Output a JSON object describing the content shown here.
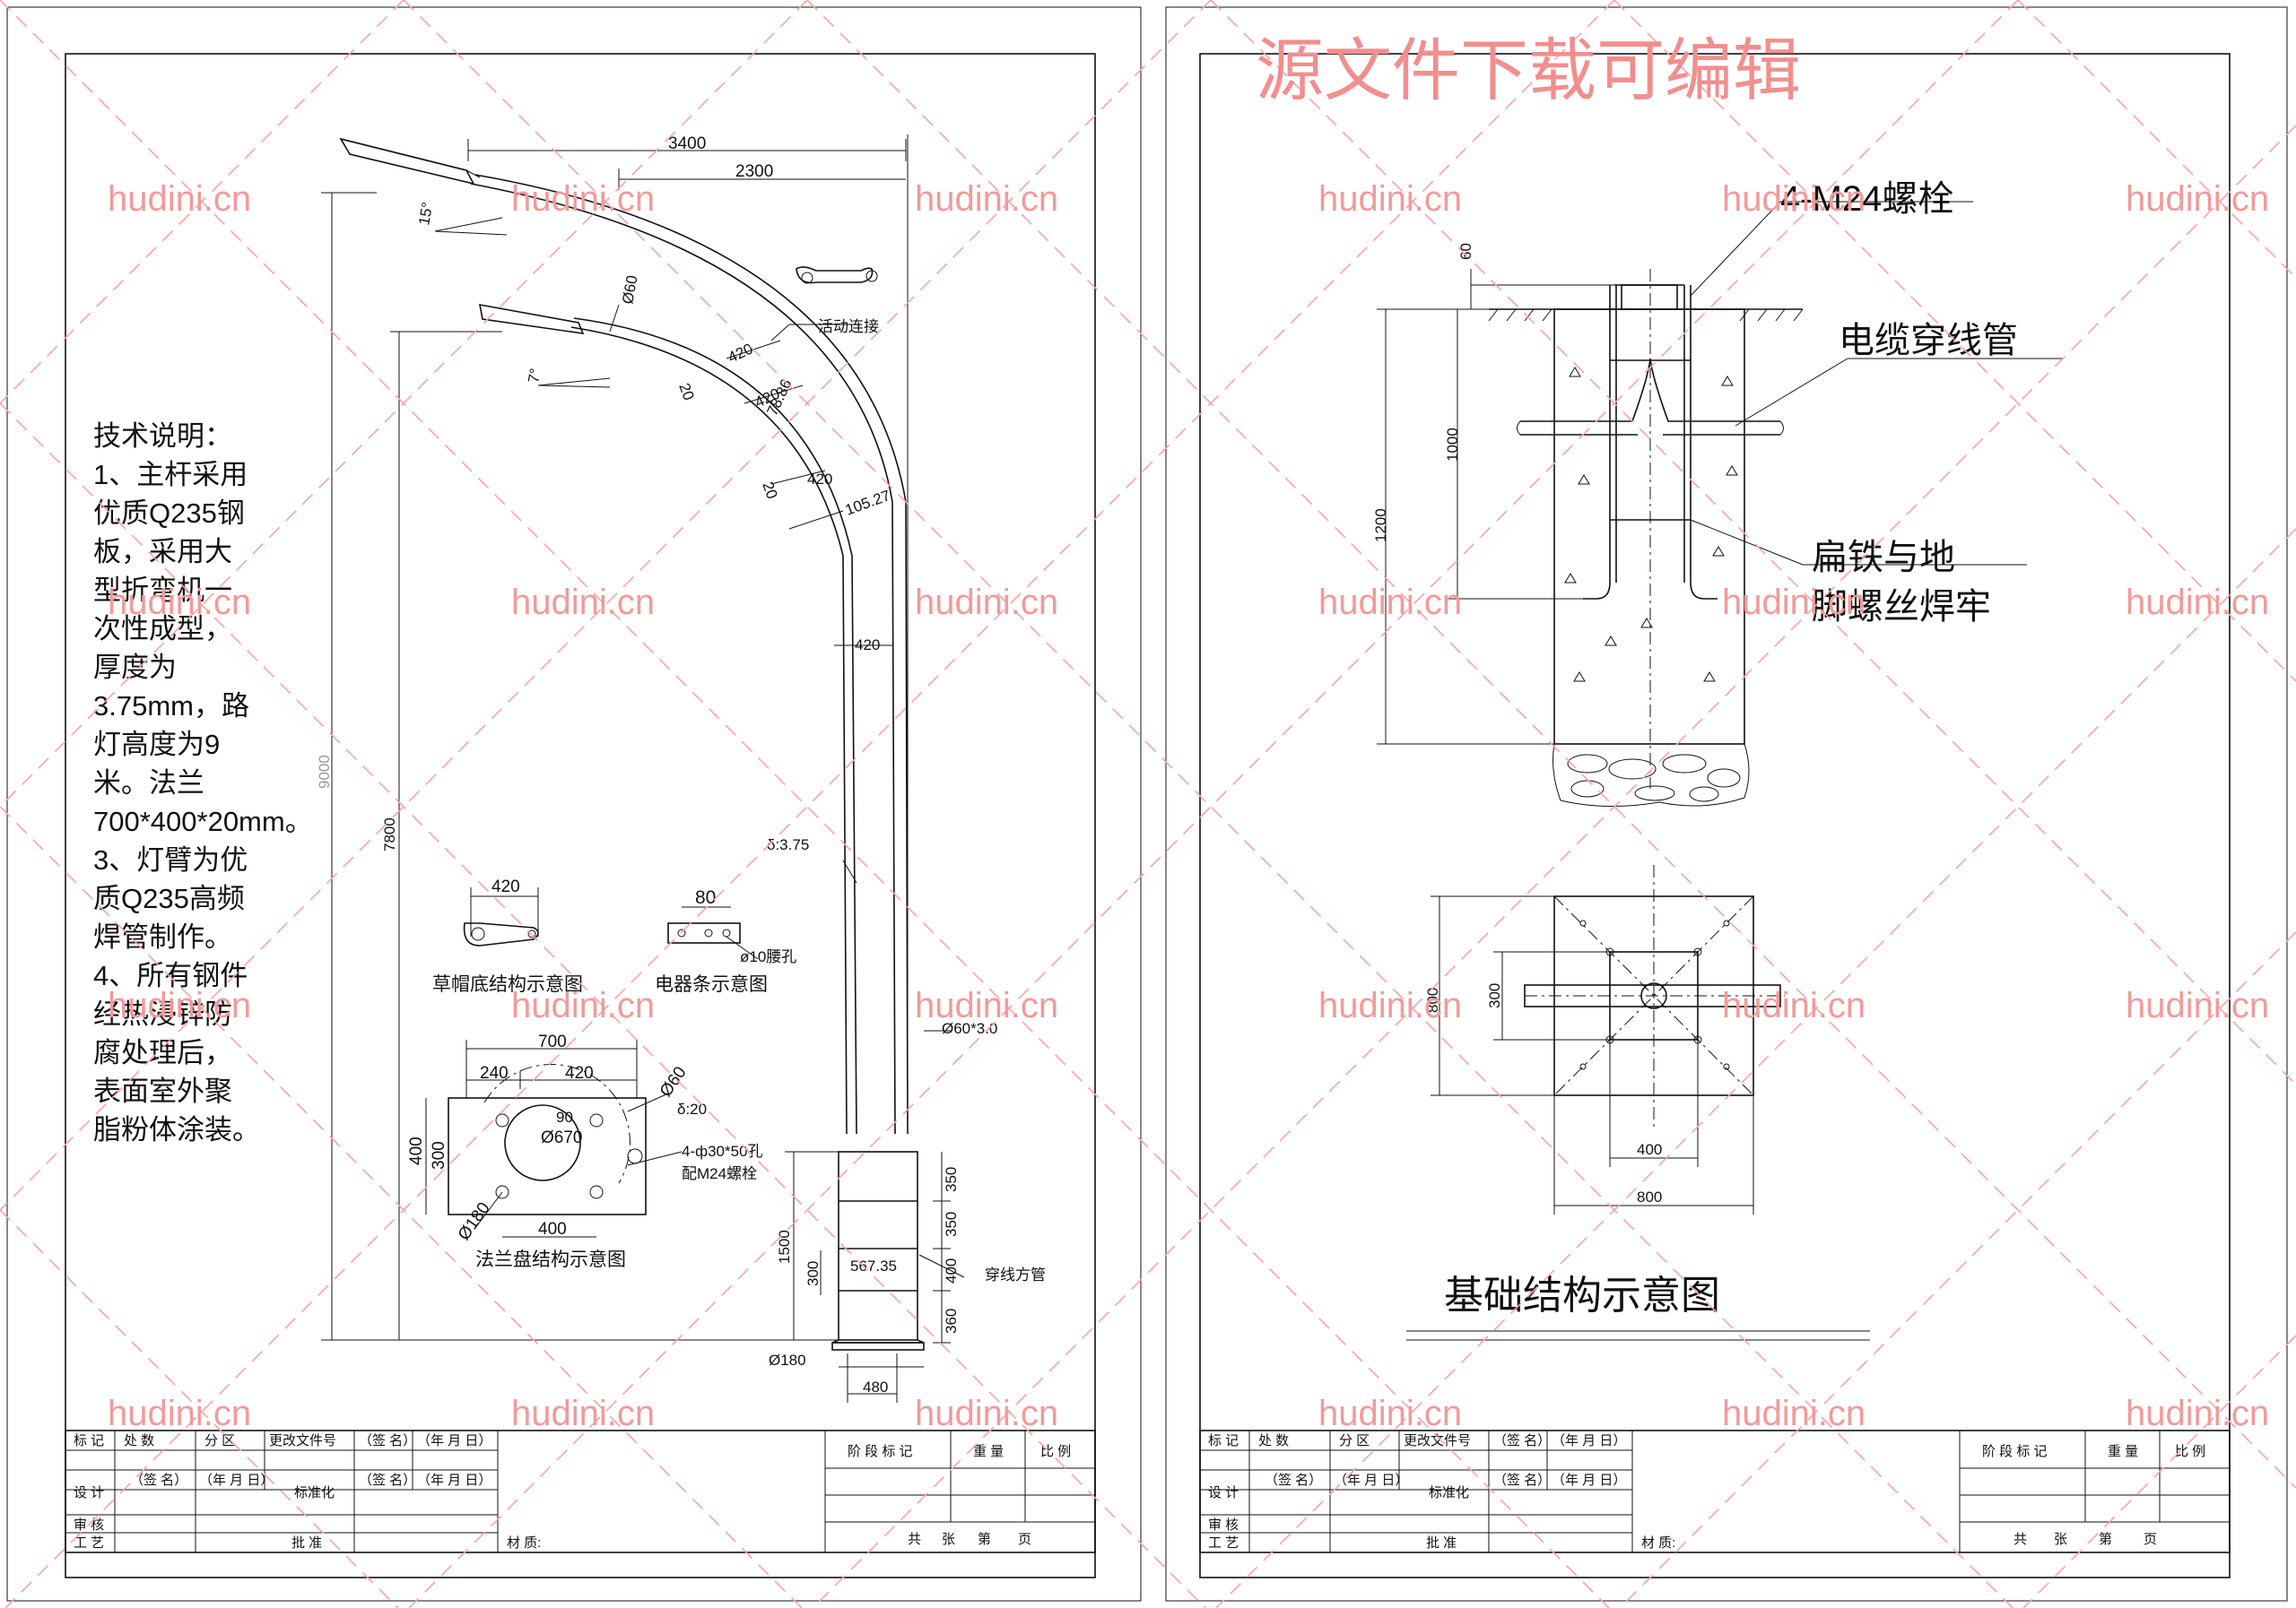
{
  "watermark": {
    "banner": "源文件下载可编辑",
    "site": "hudini.cn"
  },
  "left_sheet": {
    "tech_notes": [
      "技术说明：",
      "1、主杆采用",
      "优质Q235钢",
      "板，采用大",
      "型折弯机一",
      "次性成型，",
      "厚度为",
      "3.75mm，路",
      "灯高度为9",
      "米。法兰",
      "700*400*20mm。",
      "3、灯臂为优",
      "质Q235高频",
      "焊管制作。",
      "4、所有钢件",
      "经热浸锌防",
      "腐处理后，",
      "表面室外聚",
      "脂粉体涂装。"
    ],
    "pole": {
      "dim_3400": "3400",
      "dim_2300": "2300",
      "angle_15": "15°",
      "angle_7": "7°",
      "dia_60_arm": "Ø60",
      "seg_420": "420",
      "seg_20": "20",
      "dim_78_86": "78.86",
      "dim_105_27": "105.27",
      "thickness": "δ:3.75",
      "pipe": "Ø60*3.0",
      "height_9000": "9000",
      "height_7800": "7800",
      "base_1500": "1500",
      "base_300": "300",
      "sec_350": "350",
      "sec_400": "400",
      "sec_360": "360",
      "dim_567": "567.35",
      "conduit": "穿线方管",
      "dia_180": "Ø180",
      "dim_480": "480",
      "hinge": "活动连接"
    },
    "details": {
      "socket_dim": "420",
      "socket_label": "草帽底结构示意图",
      "strip_dim": "80",
      "strip_label": "电器条示意图",
      "strip_hole": "ø10腰孔",
      "flange_700": "700",
      "flange_240": "240",
      "flange_420": "420",
      "flange_400h": "400",
      "flange_300": "300",
      "flange_90": "90",
      "flange_670": "Ø670",
      "flange_400b": "400",
      "flange_180": "Ø180",
      "flange_60": "Ø60",
      "flange_delta": "δ:20",
      "flange_holes": "4-ф30*50孔",
      "flange_bolt": "配M24螺栓",
      "flange_label": "法兰盘结构示意图"
    }
  },
  "right_sheet": {
    "bolt_label": "4-M24螺栓",
    "cable_label": "电缆穿线管",
    "weld_label_1": "扁铁与地",
    "weld_label_2": "脚螺丝焊牢",
    "dim_60": "60",
    "dim_1000": "1000",
    "dim_1200": "1200",
    "plan_800v": "800",
    "plan_300": "300",
    "plan_400": "400",
    "plan_800h": "800",
    "title": "基础结构示意图"
  },
  "title_block": {
    "r1": [
      "标 记",
      "处 数",
      "分 区",
      "更改文件号",
      "（签 名）",
      "（年 月 日）"
    ],
    "r2": [
      "设 计",
      "（签 名）",
      "（年 月 日）",
      "标准化",
      "（签 名）",
      "（年 月 日）"
    ],
    "r3": [
      "审 核"
    ],
    "r4": [
      "工 艺",
      "批 准"
    ],
    "material": "材 质:",
    "stage": [
      "阶 段 标 记",
      "重 量",
      "比 例"
    ],
    "pages": [
      "共",
      "张",
      "第",
      "页"
    ]
  }
}
